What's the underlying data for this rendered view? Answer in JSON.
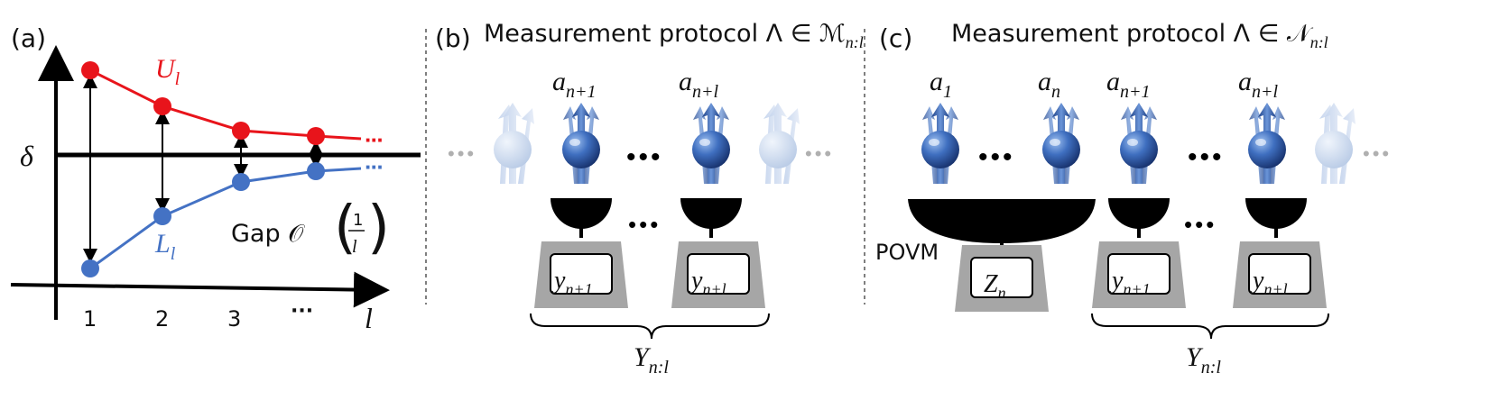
{
  "panel_a": {
    "label": "(a)",
    "x_axis_label": "l",
    "y_axis_label": "δ",
    "x_ticks": [
      "1",
      "2",
      "3",
      "···"
    ],
    "upper_series_label": "U",
    "upper_series_sub": "l",
    "lower_series_label": "L",
    "lower_series_sub": "l",
    "gap_label": "Gap 𝒪",
    "gap_frac_num": "1",
    "gap_frac_den": "l",
    "trailing_dots": "···",
    "colors": {
      "upper": "#e8141b",
      "lower": "#4472c4",
      "axis": "#000000"
    }
  },
  "panel_b": {
    "label": "(b)",
    "title": "Measurement protocol Λ ∈ ℳ",
    "title_sub": "n:l",
    "qubits": [
      "a",
      "a"
    ],
    "qubit_subs": [
      "n+1",
      "n+l"
    ],
    "outcomes": [
      "y",
      "y"
    ],
    "outcome_subs": [
      "n+1",
      "n+l"
    ],
    "brace_label": "Y",
    "brace_sub": "n:l",
    "ellipsis": "•••"
  },
  "panel_c": {
    "label": "(c)",
    "title": "Measurement protocol Λ ∈ 𝒩",
    "title_sub": "n:l",
    "qubits": [
      "a",
      "a",
      "a",
      "a"
    ],
    "qubit_subs": [
      "1",
      "n",
      "n+1",
      "n+l"
    ],
    "povm_label": "POVM",
    "joint_outcome": "Z",
    "joint_outcome_sub": "n",
    "outcomes": [
      "y",
      "y"
    ],
    "outcome_subs": [
      "n+1",
      "n+l"
    ],
    "brace_label": "Y",
    "brace_sub": "n:l",
    "ellipsis": "•••"
  }
}
